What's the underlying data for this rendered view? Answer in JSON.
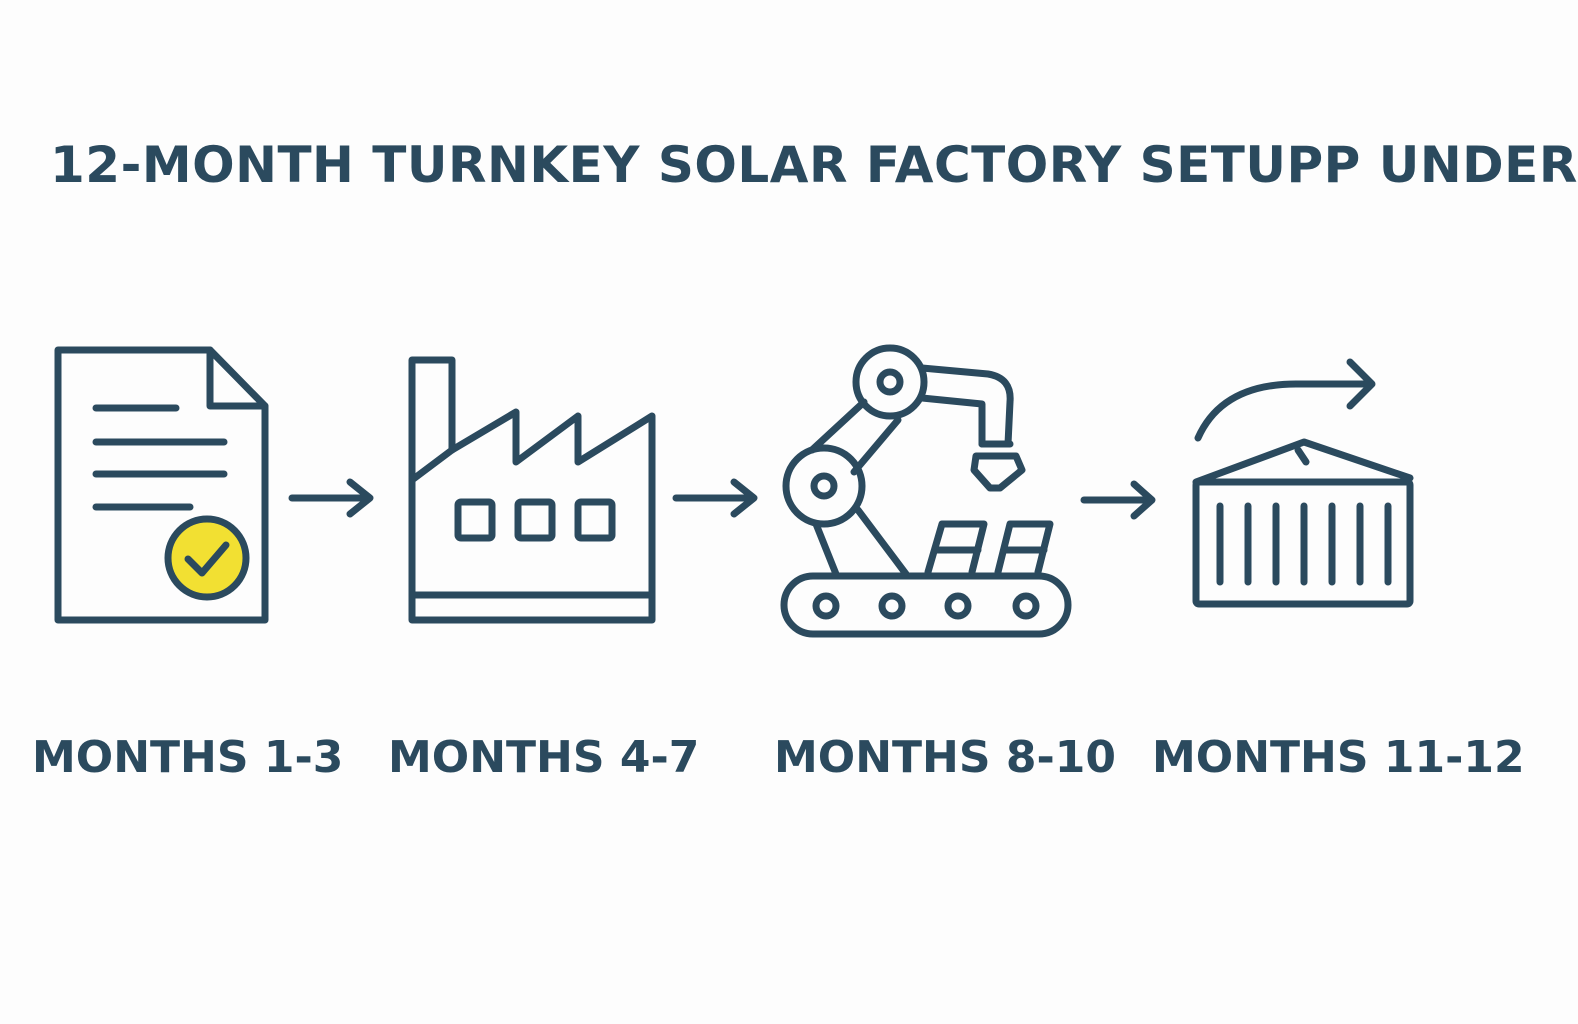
{
  "title": "12-MONTH TURNKEY SOLAR FACTORY SETUPP UNDER",
  "colors": {
    "stroke": "#2b4a5e",
    "accent": "#f2e032",
    "background": "#fdfdfd"
  },
  "stages": [
    {
      "icon": "approved-document-icon",
      "label": "MONTHS 1-3"
    },
    {
      "icon": "factory-icon",
      "label": "MONTHS 4-7"
    },
    {
      "icon": "robotic-arm-conveyor-icon",
      "label": "MONTHS 8-10"
    },
    {
      "icon": "shipping-container-export-icon",
      "label": "MONTHS 11-12"
    }
  ]
}
